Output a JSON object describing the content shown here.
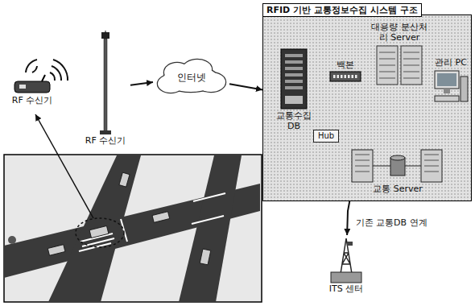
{
  "diagram": {
    "nodes": [
      {
        "text": [
          "RF 수신기"
        ]
      },
      {
        "text": [
          "RF 수신기"
        ]
      },
      {
        "text": [
          "인터넷"
        ]
      },
      {
        "text": [
          "RFID 기반 교통정보수집 시스템 구조"
        ]
      },
      {
        "text": [
          "교통수집 DB"
        ],
        "in": 3
      },
      {
        "text": [
          "백본"
        ],
        "in": 3
      },
      {
        "text": [
          "대용량 분산처리 Server"
        ],
        "in": 3
      },
      {
        "text": [
          "관리 PC"
        ],
        "in": 3
      },
      {
        "text": [
          "Hub"
        ],
        "in": 3
      },
      {
        "text": [
          "교통 Server"
        ],
        "in": 3
      },
      {
        "text": [
          "ITS 센터"
        ]
      }
    ],
    "edges": [
      {
        "from": 1,
        "to": 2,
        "arrow": "to"
      },
      {
        "from": 2,
        "to": 3,
        "arrow": "to"
      },
      {
        "from": 4,
        "to": 5,
        "arrow": "none"
      },
      {
        "from": 5,
        "to": 6,
        "arrow": "none"
      },
      {
        "from": 5,
        "to": 7,
        "arrow": "none"
      },
      {
        "from": 5,
        "to": 8,
        "arrow": "none"
      },
      {
        "from": 8,
        "to": 9,
        "arrow": "none"
      },
      {
        "from": 3,
        "to": 10,
        "arrow": "to",
        "label": "기존 교통DB 연계"
      }
    ]
  }
}
